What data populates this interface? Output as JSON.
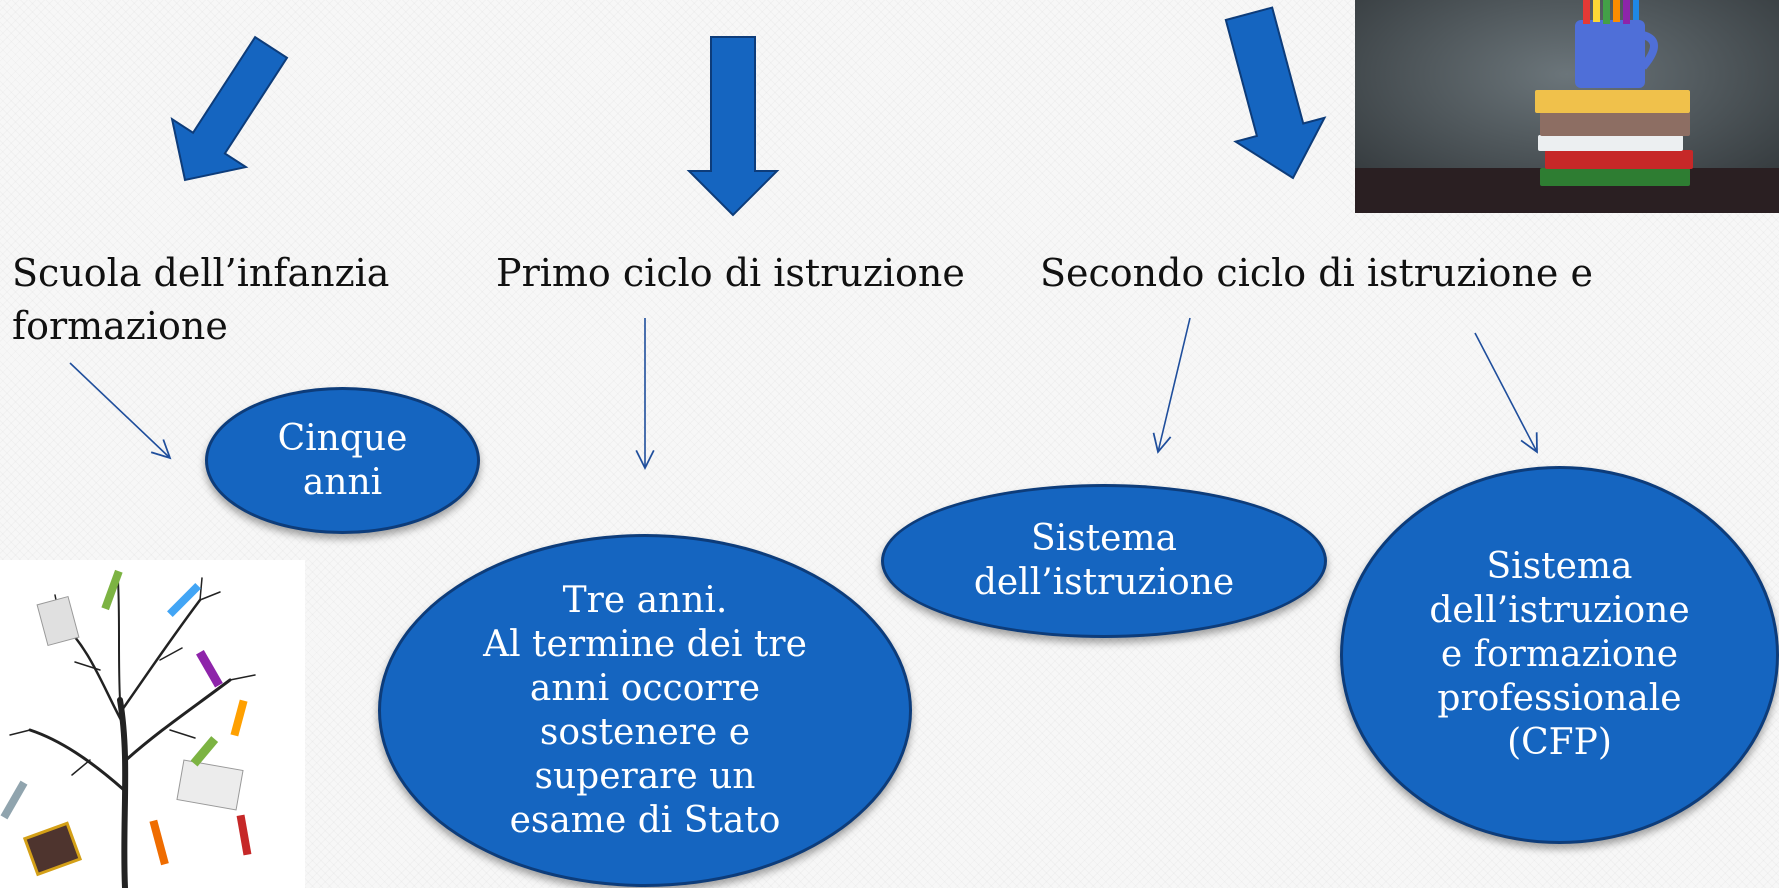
{
  "labels": {
    "infanzia": "Scuola dell’infanzia",
    "formazione": "formazione",
    "primo": "Primo ciclo di istruzione",
    "secondo": "Secondo ciclo di istruzione e"
  },
  "bubbles": {
    "cinque": "Cinque\nanni",
    "tre": "Tre anni.\nAl termine dei tre\nanni occorre\nsostenere e\nsuperare un\nesame di Stato",
    "istruzione": "Sistema\ndell’istruzione",
    "formazione": "Sistema\ndell’istruzione\ne  formazione\nprofessionale\n(CFP)"
  },
  "colors": {
    "arrow": "#1565c0",
    "arrow_outline": "#0d3c7a",
    "bubble": "#1565c0",
    "line": "#1f4e9c"
  }
}
